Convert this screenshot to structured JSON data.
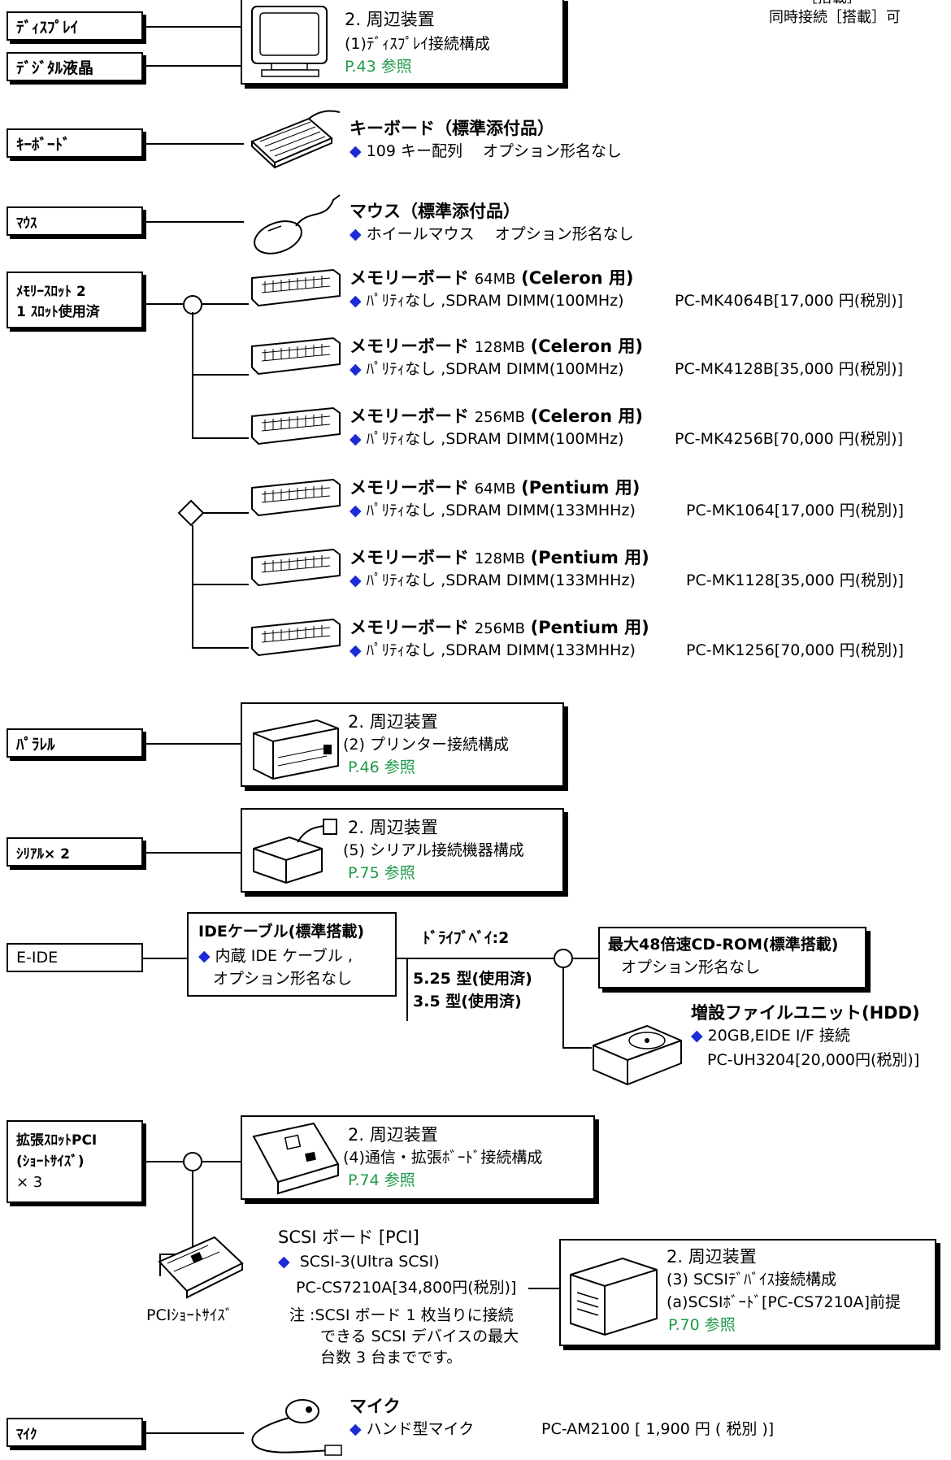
{
  "top_right": {
    "line1": "同時接続［搭載］可"
  },
  "ports": {
    "display": "ﾃﾞｨｽﾌﾟﾚｲ",
    "digital_lcd": "ﾃﾞｼﾞﾀﾙ液晶",
    "keyboard": "ｷｰﾎﾞｰﾄﾞ",
    "mouse": "ﾏｳｽ",
    "memory_line1": "ﾒﾓﾘｰｽﾛｯﾄ 2",
    "memory_line2": "1 ｽﾛｯﾄ使用済",
    "parallel": "ﾊﾟﾗﾚﾙ",
    "serial": "ｼﾘｱﾙ× 2",
    "eide": "E-IDE",
    "pci_line1": "拡張ｽﾛｯﾄPCI",
    "pci_line2": "(ｼｮｰﾄｻｲｽﾞ)",
    "pci_line3": "× 3",
    "mic": "ﾏｲｸ"
  },
  "display_ref": {
    "title": "2. 周辺装置",
    "sub": "(1)ﾃﾞｨｽﾌﾟﾚｲ接続構成",
    "page": "P.43 参照"
  },
  "keyboard_info": {
    "title": "キーボード（標準添付品）",
    "line": "109 キー配列　 オプション形名なし"
  },
  "mouse_info": {
    "title": "マウス（標準添付品）",
    "line": "ホイールマウス　 オプション形名なし"
  },
  "memory_boards": [
    {
      "name": "メモリーボード",
      "size": "64MB",
      "cpu": "(Celeron 用)",
      "desc": "ﾊﾟﾘﾃｨなし ,SDRAM DIMM(100MHz)",
      "model": "PC-MK4064B[17,000 円(税別)]"
    },
    {
      "name": "メモリーボード",
      "size": "128MB",
      "cpu": "(Celeron 用)",
      "desc": "ﾊﾟﾘﾃｨなし ,SDRAM DIMM(100MHz)",
      "model": "PC-MK4128B[35,000 円(税別)]"
    },
    {
      "name": "メモリーボード",
      "size": "256MB",
      "cpu": "(Celeron 用)",
      "desc": "ﾊﾟﾘﾃｨなし ,SDRAM DIMM(100MHz)",
      "model": "PC-MK4256B[70,000 円(税別)]"
    },
    {
      "name": "メモリーボード",
      "size": "64MB",
      "cpu": "(Pentium 用)",
      "desc": "ﾊﾟﾘﾃｨなし ,SDRAM DIMM(133MHHz)",
      "model": "PC-MK1064[17,000 円(税別)]"
    },
    {
      "name": "メモリーボード",
      "size": "128MB",
      "cpu": "(Pentium 用)",
      "desc": "ﾊﾟﾘﾃｨなし ,SDRAM DIMM(133MHHz)",
      "model": "PC-MK1128[35,000 円(税別)]"
    },
    {
      "name": "メモリーボード",
      "size": "256MB",
      "cpu": "(Pentium 用)",
      "desc": "ﾊﾟﾘﾃｨなし ,SDRAM DIMM(133MHHz)",
      "model": "PC-MK1256[70,000 円(税別)]"
    }
  ],
  "printer_ref": {
    "title": "2. 周辺装置",
    "sub": "(2) プリンター接続構成",
    "page": "P.46 参照"
  },
  "serial_ref": {
    "title": "2. 周辺装置",
    "sub": "(5) シリアル接続機器構成",
    "page": "P.75 参照"
  },
  "ide_cable": {
    "title": "IDEケーブル(標準搭載)",
    "line1": "内蔵 IDE ケーブル ,",
    "line2": "オプション形名なし"
  },
  "drive_bay": {
    "label": "ﾄﾞﾗｲﾌﾞﾍﾞｲ:2",
    "line1": "5.25 型(使用済)",
    "line2": "3.5 型(使用済)"
  },
  "cdrom": {
    "title": "最大48倍速CD-ROM(標準搭載)",
    "line": "オプション形名なし"
  },
  "hdd": {
    "title": "増設ファイルユニット(HDD)",
    "line1": "20GB,EIDE I/F 接続",
    "line2": "PC-UH3204[20,000円(税別)]"
  },
  "pci_ref": {
    "title": "2. 周辺装置",
    "sub": "(4)通信・拡張ﾎﾞｰﾄﾞ接続構成",
    "page": "P.74 参照"
  },
  "scsi_board": {
    "title": "SCSI ボード [PCI]",
    "line1": "SCSI-3(Ultra SCSI)",
    "line2": "PC-CS7210A[34,800円(税別)]",
    "caption": "PCIｼｮｰﾄｻｲｽﾞ",
    "note1": "注 :SCSI ボード 1 枚当りに接続",
    "note2": "できる SCSI デバイスの最大",
    "note3": "台数 3 台までです。"
  },
  "scsi_ref": {
    "title": "2. 周辺装置",
    "sub": "(3) SCSIﾃﾞﾊﾞｲｽ接続構成",
    "sub2": "(a)SCSIﾎﾞｰﾄﾞ[PC-CS7210A]前提",
    "page": "P.70 参照"
  },
  "mic_info": {
    "title": "マイク",
    "line": "ハンド型マイク",
    "model": "PC-AM2100 [ 1,900 円 ( 税別 )]"
  },
  "colors": {
    "link_green": "#1f9a4a",
    "bullet_blue": "#1b2bd8"
  }
}
